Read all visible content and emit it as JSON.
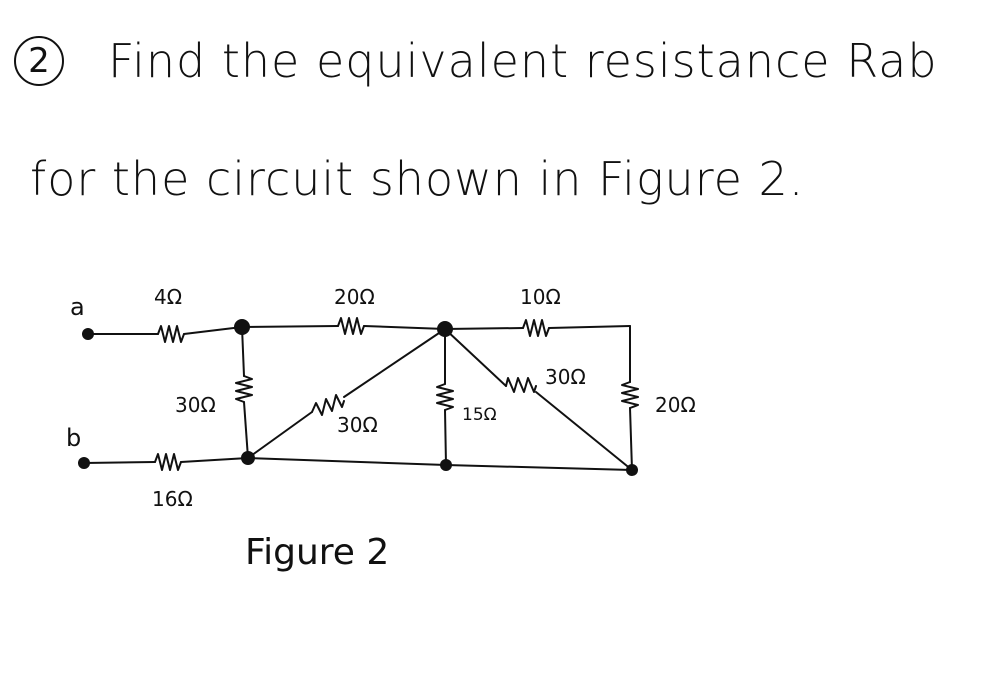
{
  "problem": {
    "number": "2",
    "line1": "Find the equivalent resistance Rab",
    "line2": "for the circuit shown in Figure 2."
  },
  "circuit": {
    "terminal_a": "a",
    "terminal_b": "b",
    "r_4": "4Ω",
    "r_20_top": "20Ω",
    "r_10": "10Ω",
    "r_30_left": "30Ω",
    "r_30_diag_left": "30Ω",
    "r_15": "15Ω",
    "r_30_diag_right": "30Ω",
    "r_20_right": "20Ω",
    "r_16": "16Ω"
  },
  "caption": "Figure 2"
}
